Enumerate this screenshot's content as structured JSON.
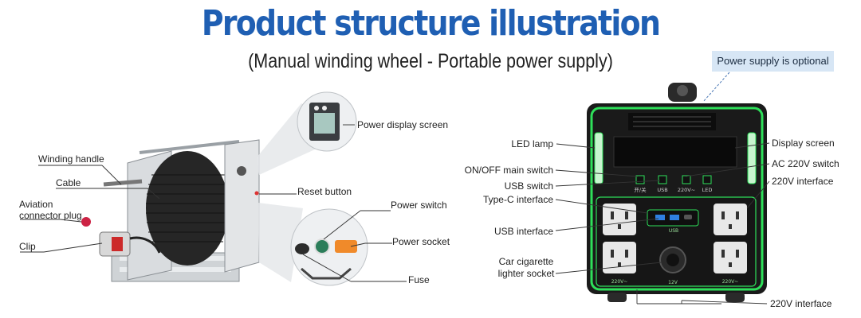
{
  "title": "Product structure illustration",
  "subtitle": "(Manual winding wheel - Portable power supply)",
  "note": "Power supply is optional",
  "reel_labels": {
    "winding_handle": "Winding handle",
    "cable": "Cable",
    "aviation_connector_plug": "Aviation connector plug",
    "clip": "Clip",
    "power_display_screen": "Power display screen",
    "reset_button": "Reset button",
    "power_switch": "Power switch",
    "power_socket": "Power socket",
    "fuse": "Fuse"
  },
  "power_labels": {
    "led_lamp": "LED lamp",
    "onoff_main_switch": "ON/OFF main switch",
    "usb_switch": "USB switch",
    "type_c_interface": "Type-C interface",
    "usb_interface": "USB interface",
    "car_cigarette_lighter_socket": "Car cigarette lighter socket",
    "display_screen": "Display screen",
    "ac_220v_switch": "AC 220V switch",
    "interface_220v_right": "220V interface",
    "interface_220v_bottom": "220V interface"
  },
  "device_text": {
    "btn_power": "开/关",
    "btn_usb": "USB",
    "btn_220v": "220V~",
    "btn_led": "LED",
    "usb_port": "USB",
    "socket_left": "220V~",
    "socket_right": "220V~",
    "car_socket": "12V"
  },
  "colors": {
    "title": "#1f5fb3",
    "frame_green": "#2ee05a",
    "device_body": "#1a1a1a",
    "note_bg": "#d7e6f5"
  }
}
